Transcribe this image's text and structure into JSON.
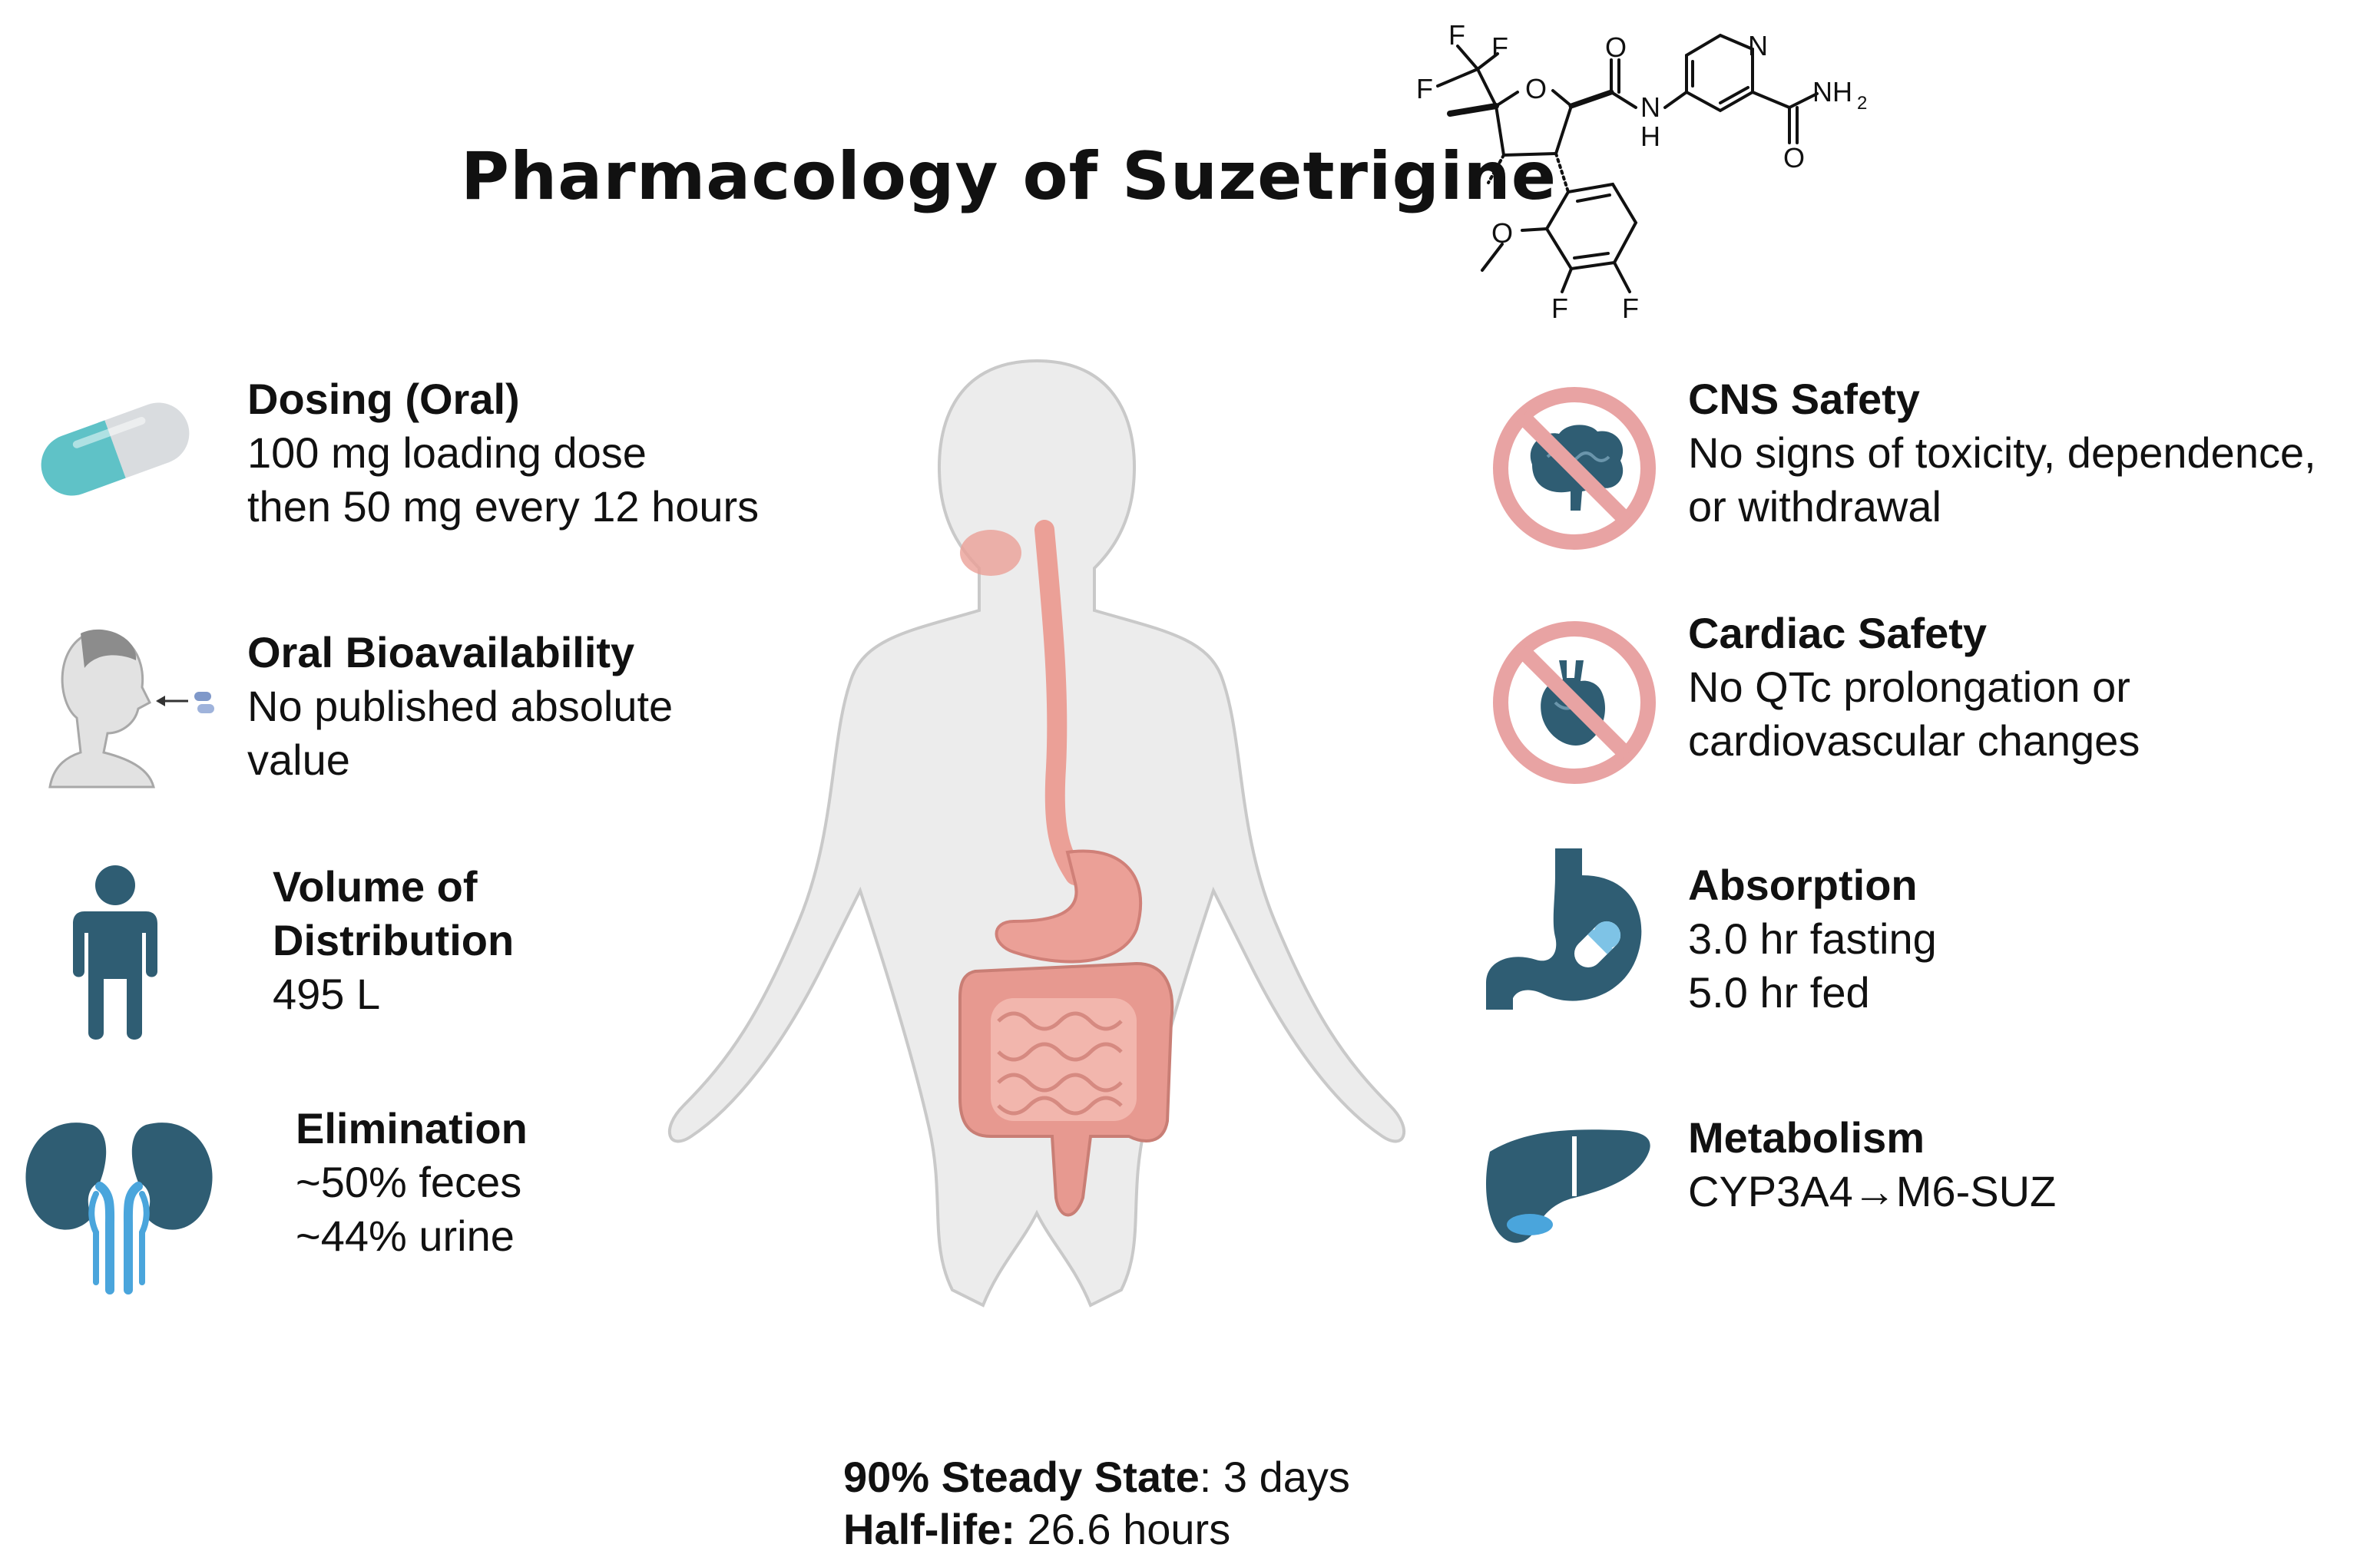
{
  "title": "Pharmacology of Suzetrigine",
  "structure": {
    "atoms": {
      "f1": "F",
      "f2": "F",
      "f3": "F",
      "ring_o": "O",
      "carbonyl_o1": "O",
      "amide_n": "N",
      "amide_h": "H",
      "pyridine_n": "N",
      "nh2": "NH",
      "nh2_sub": "2",
      "carbonyl_o2": "O",
      "methoxy_o": "O",
      "ar_f1": "F",
      "ar_f2": "F"
    }
  },
  "left": {
    "dosing": {
      "heading": "Dosing (Oral)",
      "lines": [
        "100 mg loading dose",
        "then 50 mg every 12 hours"
      ]
    },
    "bioavailability": {
      "heading": "Oral Bioavailability",
      "lines": [
        "No published absolute",
        "value"
      ]
    },
    "volume": {
      "heading_lines": [
        "Volume of",
        "Distribution"
      ],
      "value": "495 L"
    },
    "elimination": {
      "heading": "Elimination",
      "lines": [
        "~50% feces",
        "~44% urine"
      ]
    }
  },
  "right": {
    "cns": {
      "heading": "CNS Safety",
      "lines": [
        "No signs of toxicity, dependence,",
        "or withdrawal"
      ]
    },
    "cardiac": {
      "heading": "Cardiac Safety",
      "lines": [
        "No QTc prolongation or",
        "cardiovascular changes"
      ]
    },
    "absorption": {
      "heading": "Absorption",
      "lines": [
        "3.0 hr fasting",
        "5.0 hr fed"
      ]
    },
    "metabolism": {
      "heading": "Metabolism",
      "lines": [
        "CYP3A4→M6-SUZ"
      ]
    }
  },
  "footer": {
    "steady_label": "90% Steady State",
    "steady_value": ": 3 days",
    "halflife_label": "Half-life:",
    "halflife_value": " 26.6 hours"
  },
  "colors": {
    "icon_dark": "#2f5d73",
    "capsule_teal": "#5fc2c7",
    "capsule_grey": "#d9dcdf",
    "prohibit_pink": "#e8a3a3",
    "body_fill": "#ececec",
    "gut_pink": "#eba097",
    "kidney_blue": "#4aa5dc"
  }
}
